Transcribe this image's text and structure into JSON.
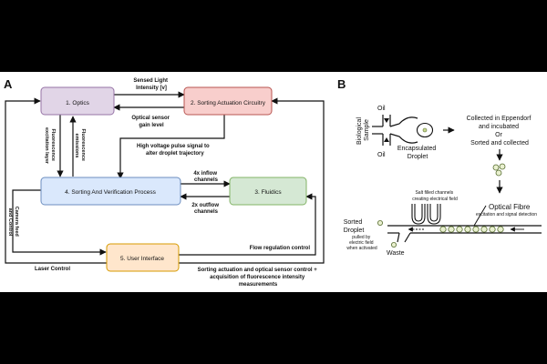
{
  "panels": {
    "a": {
      "label": "A"
    },
    "b": {
      "label": "B"
    }
  },
  "panel_a": {
    "boxes": {
      "optics": "1. Optics",
      "actuation": "2. Sorting Actuation Circuitry",
      "sorting": "4. Sorting And Verification Process",
      "fluidics": "3. Fluidics",
      "ui": "5. User Interface"
    },
    "labels": {
      "sensed_light_1": "Sensed Light",
      "sensed_light_2": "Intensity [v]",
      "gain_1": "Optical sensor",
      "gain_2": "gain level",
      "hv_1": "High voltage pulse signal to",
      "hv_2": "alter droplet trajectory",
      "inflow_1": "4x inflow",
      "inflow_2": "channels",
      "outflow_1": "2x outflow",
      "outflow_2": "channels",
      "flow_regulation": "Flow regulation control",
      "laser_control": "Laser Control",
      "acq_1": "Sorting actuation and optical sensor control +",
      "acq_2": "acquisition of fluorescence intensity",
      "acq_3": "measurements",
      "excitation_1": "Fluorescence",
      "excitation_2": "excitation layer",
      "fluoro_1": "Fluorescence",
      "fluoro_2": "emissions",
      "camera_1": "Camera feed",
      "camera_2": "and Control"
    }
  },
  "panel_b": {
    "bio_1": "Biological",
    "bio_2": "Sample",
    "oil": "Oil",
    "encap_1": "Encapsulated",
    "encap_2": "Droplet",
    "collected_1": "Collected in Eppendorf",
    "collected_2": "and incubated",
    "collected_3": "Or",
    "collected_4": "Sorted and collected",
    "optical_fibre": "Optical Fibre",
    "excitation_detection": "excitation and signal detection",
    "salt_1": "Salt filled channels",
    "salt_2": "creating electrical field",
    "sorted_1": "Sorted",
    "sorted_2": "Droplet",
    "pulled_1": "pulled by",
    "pulled_2": "electric field",
    "pulled_3": "when activated",
    "waste": "Waste"
  }
}
